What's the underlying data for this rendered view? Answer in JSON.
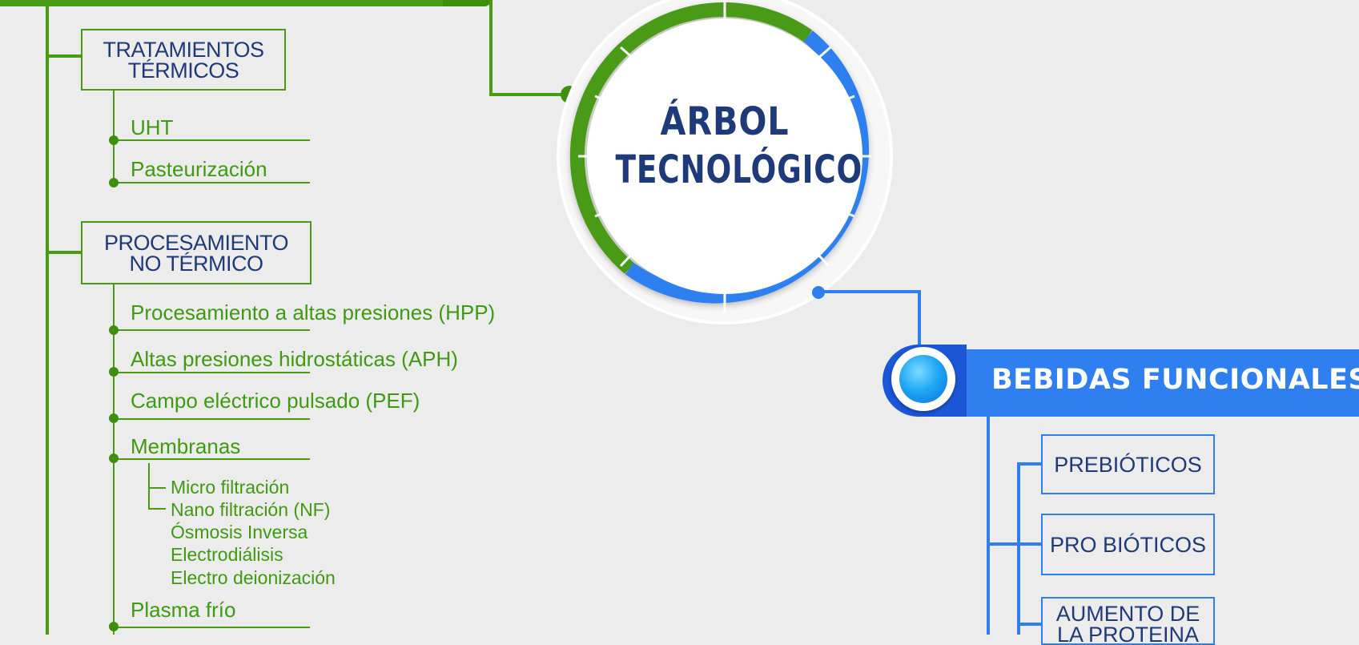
{
  "center": {
    "line1": "ÁRBOL",
    "line2": "TECNOLÓGICO"
  },
  "left_branch": {
    "categories": [
      {
        "title": "TRATAMIENTOS\nTÉRMICOS",
        "items": [
          "UHT",
          "Pasteurización"
        ]
      },
      {
        "title": "PROCESAMIENTO\nNO TÉRMICO",
        "items": [
          "Procesamiento a altas presiones (HPP)",
          "Altas presiones hidrostáticas (APH)",
          "Campo eléctrico pulsado (PEF)",
          "Membranas",
          "Plasma frío"
        ],
        "membranas_sub": [
          "Micro filtración",
          "Nano filtración (NF)",
          "Ósmosis Inversa",
          "Electrodiálisis",
          "Electro deionización"
        ]
      }
    ]
  },
  "right_branch": {
    "title": "BEBIDAS FUNCIONALES",
    "items": [
      "PREBIÓTICOS",
      "PRO BIÓTICOS",
      "AUMENTO DE\nLA PROTEINA"
    ]
  },
  "colors": {
    "green": "#4a9a14",
    "blue": "#2f7ff0",
    "navy": "#1e3a78",
    "background": "#ececec"
  }
}
